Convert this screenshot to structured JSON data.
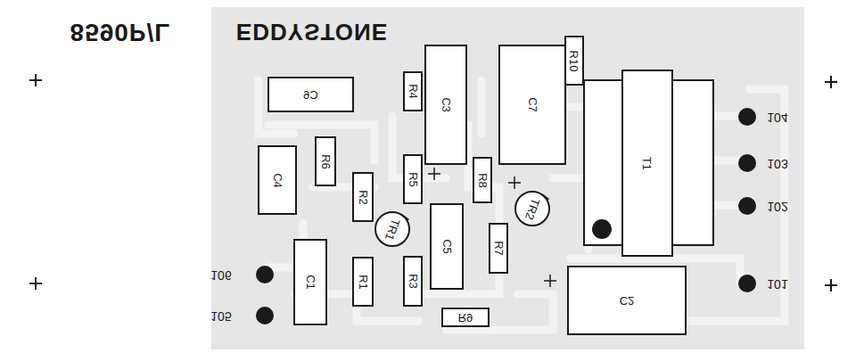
{
  "diagram": {
    "nodes": [
      {
        "text": [
          "R10"
        ]
      },
      {
        "text": [
          "C3"
        ]
      },
      {
        "text": [
          "C7"
        ]
      },
      {
        "text": [
          "T1"
        ]
      },
      {
        "text": [
          "R4"
        ]
      },
      {
        "text": [
          "C6"
        ]
      },
      {
        "text": [
          "R6"
        ]
      },
      {
        "text": [
          "C4"
        ]
      },
      {
        "text": [
          "R5"
        ]
      },
      {
        "text": [
          "R8"
        ]
      },
      {
        "text": [
          "R2"
        ]
      },
      {
        "text": [
          "C5"
        ]
      },
      {
        "text": [
          "TR2"
        ]
      },
      {
        "text": [
          "TR1"
        ]
      },
      {
        "text": [
          "R7"
        ]
      },
      {
        "text": [
          "C1"
        ]
      },
      {
        "text": [
          "R3"
        ]
      },
      {
        "text": [
          "R1"
        ]
      },
      {
        "text": [
          "C2"
        ]
      },
      {
        "text": [
          "R9"
        ]
      }
    ],
    "labels": [
      "8590P/L",
      "EDDYSTONE",
      "104",
      "103",
      "102",
      "101",
      "106",
      "105"
    ]
  }
}
